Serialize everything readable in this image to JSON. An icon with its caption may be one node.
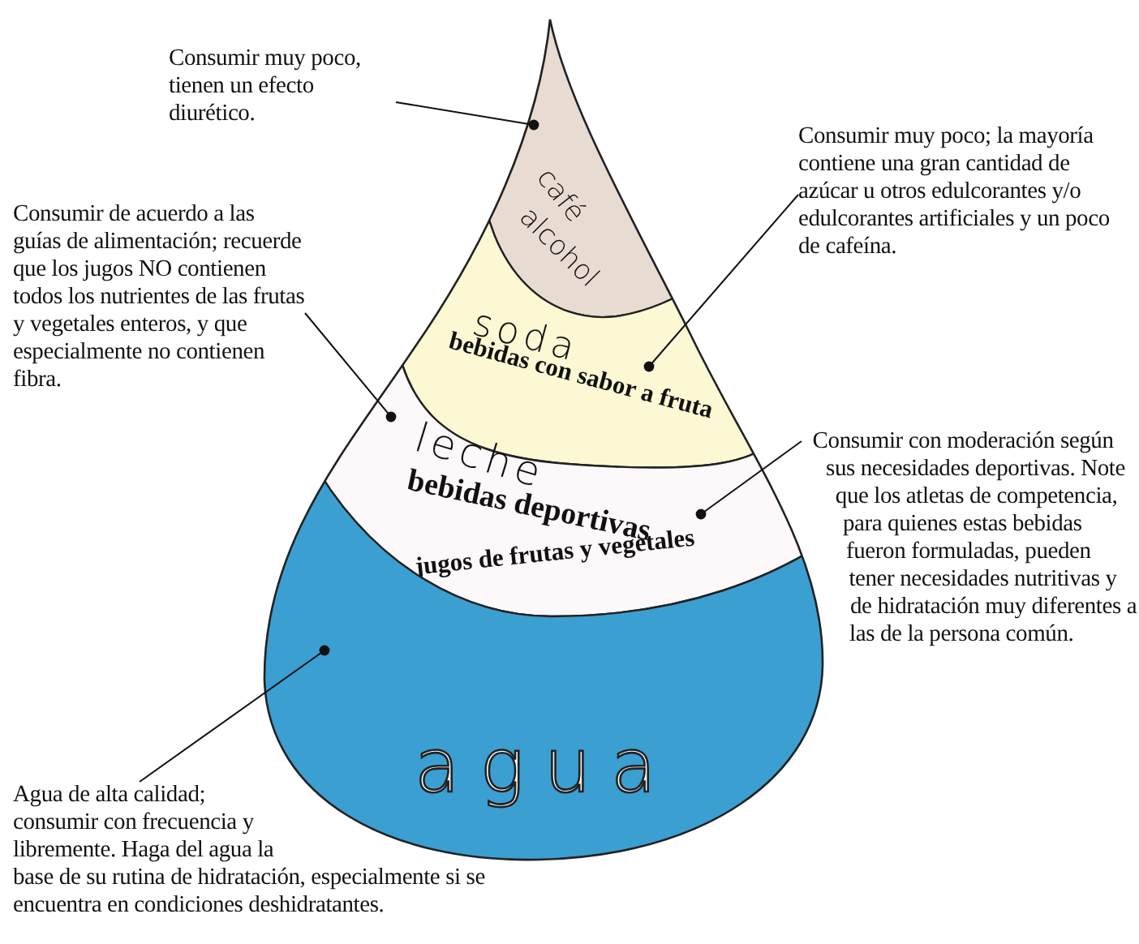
{
  "diagram": {
    "nodes": [
      {
        "text": [
          "Consumir muy poco, tienen un efecto diurético."
        ]
      },
      {
        "text": [
          "café",
          "alcohol"
        ]
      },
      {
        "text": [
          "Consumir muy poco; la mayoría contiene una gran cantidad de azúcar u otros edulcorantes y/o edulcorantes artificiales y un poco de cafeína."
        ]
      },
      {
        "text": [
          "soda",
          "bebidas con sabor a fruta"
        ]
      },
      {
        "text": [
          "Consumir de acuerdo a las guías de alimentación; recuerde que los jugos NO contienen todos los nutrientes de las frutas y vegetales enteros, y que especialmente no contienen fibra."
        ]
      },
      {
        "text": [
          "leche",
          "bebidas deportivas",
          "jugos de frutas y vegetales"
        ]
      },
      {
        "text": [
          "Consumir con moderación según sus necesidades deportivas. Note que los atletas de competencia, para quienes estas bebidas fueron formuladas, pueden tener necesidades nutritivas y de hidratación muy diferentes a las de la persona común."
        ]
      },
      {
        "text": [
          "agua"
        ]
      },
      {
        "text": [
          "Agua de alta calidad; consumir con frecuencia y libremente. Haga del agua la base de su rutina de hidratación, especialmente si se encuentra en condiciones deshidratantes."
        ]
      }
    ],
    "edges": [
      {
        "from": 0,
        "to": 1,
        "arrow": "other"
      },
      {
        "from": 2,
        "to": 3,
        "arrow": "other"
      },
      {
        "from": 4,
        "to": 5,
        "arrow": "other"
      },
      {
        "from": 6,
        "to": 5,
        "arrow": "other"
      },
      {
        "from": 8,
        "to": 7,
        "arrow": "other"
      }
    ]
  }
}
